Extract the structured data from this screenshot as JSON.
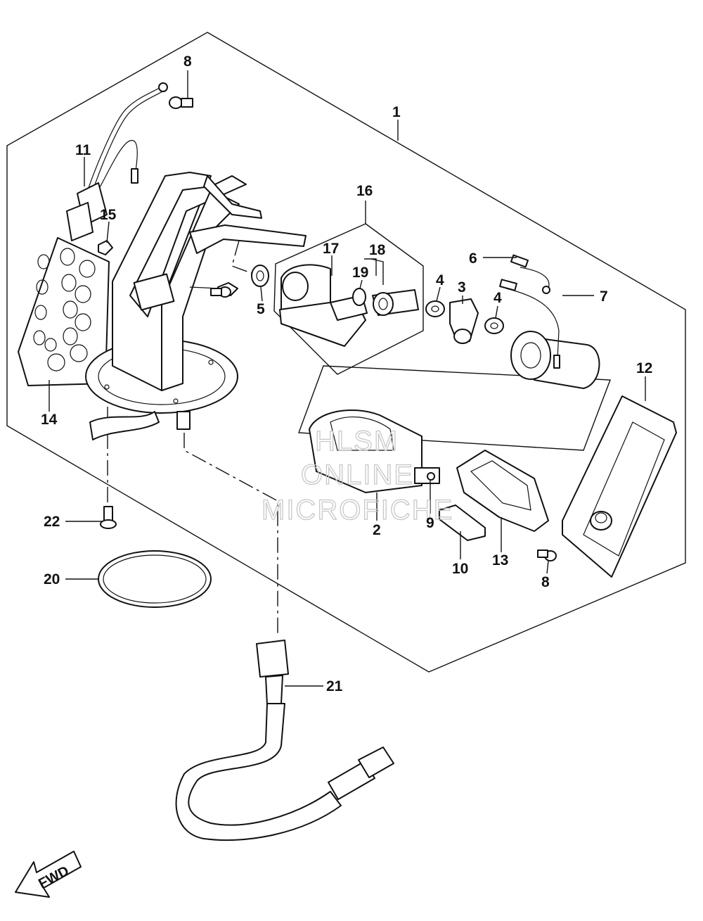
{
  "diagram": {
    "callouts": {
      "c1": "1",
      "c2": "2",
      "c3": "3",
      "c4a": "4",
      "c4b": "4",
      "c5": "5",
      "c6": "6",
      "c7": "7",
      "c8a": "8",
      "c8b": "8",
      "c9": "9",
      "c10": "10",
      "c11": "11",
      "c12": "12",
      "c13": "13",
      "c14": "14",
      "c15": "15",
      "c16": "16",
      "c17": "17",
      "c18": "18",
      "c19": "19",
      "c20": "20",
      "c21": "21",
      "c22": "22"
    },
    "watermark": {
      "line1": "HLSM",
      "line2": "ONLINE",
      "line3": "MICROFICHE"
    },
    "fwd_label": "FWD"
  }
}
